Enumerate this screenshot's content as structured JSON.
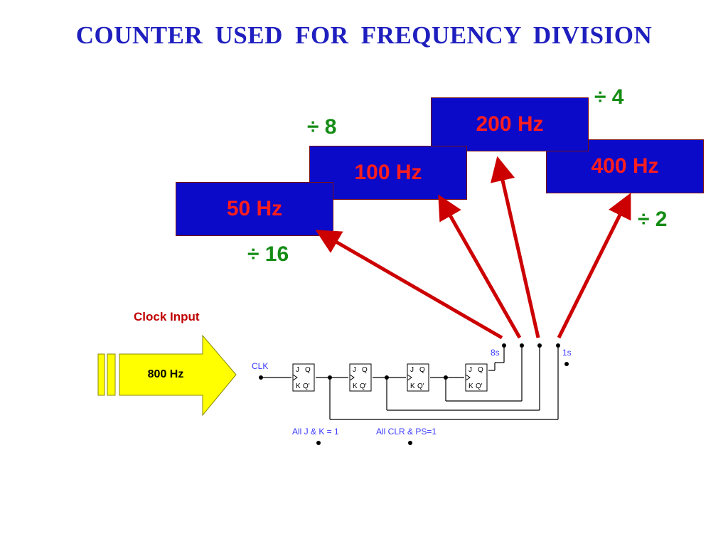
{
  "title": "COUNTER  USED  FOR  FREQUENCY  DIVISION",
  "boxes": [
    {
      "label": "50 Hz"
    },
    {
      "label": "100 Hz"
    },
    {
      "label": "200 Hz"
    },
    {
      "label": "400 Hz"
    }
  ],
  "dividers": [
    "÷ 16",
    "÷ 8",
    "÷ 4",
    "÷ 2"
  ],
  "clock": {
    "label": "Clock Input",
    "value": "800 Hz"
  },
  "schematic": {
    "clk": "CLK",
    "out_msb": "8s",
    "out_lsb": "1s",
    "jk_note": "All J & K = 1",
    "clr_note": "All CLR & PS=1",
    "ff": {
      "j": "J",
      "q": "Q",
      "k": "K",
      "qbar": "Q'"
    }
  },
  "colors": {
    "title": "#1f1fbf",
    "box_fill": "#0a0ac8",
    "box_text": "#ff1e1e",
    "divider_text": "#148c14",
    "arrow": "#cc0000",
    "clock_arrow": "#ffff00",
    "schematic_text": "#3a3aff"
  }
}
